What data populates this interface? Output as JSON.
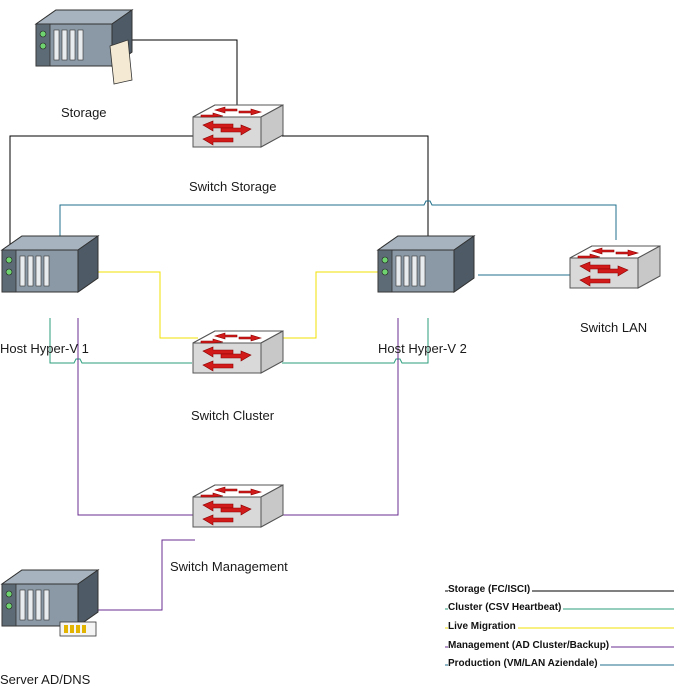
{
  "nodes": {
    "storage": "Storage",
    "switch_storage": "Switch Storage",
    "host1": "Host Hyper-V 1",
    "host2": "Host Hyper-V 2",
    "switch_lan": "Switch LAN",
    "switch_cluster": "Switch Cluster",
    "switch_management": "Switch Management",
    "server_ad": "Server AD/DNS"
  },
  "legend": [
    {
      "label": "Storage (FC/ISCI)",
      "color": "#000000"
    },
    {
      "label": "Cluster (CSV Heartbeat)",
      "color": "#2e9e7e"
    },
    {
      "label": "Live Migration",
      "color": "#f2e000"
    },
    {
      "label": "Management (AD Cluster/Backup)",
      "color": "#6a2c91"
    },
    {
      "label": "Production (VM/LAN Aziendale)",
      "color": "#1f6f8b"
    }
  ],
  "colors": {
    "storage": "#000000",
    "cluster": "#2e9e7e",
    "live_migration": "#f2e000",
    "management": "#6a2c91",
    "production": "#1f6f8b"
  },
  "icons": {
    "server": "server-icon",
    "switch": "network-switch-icon"
  }
}
